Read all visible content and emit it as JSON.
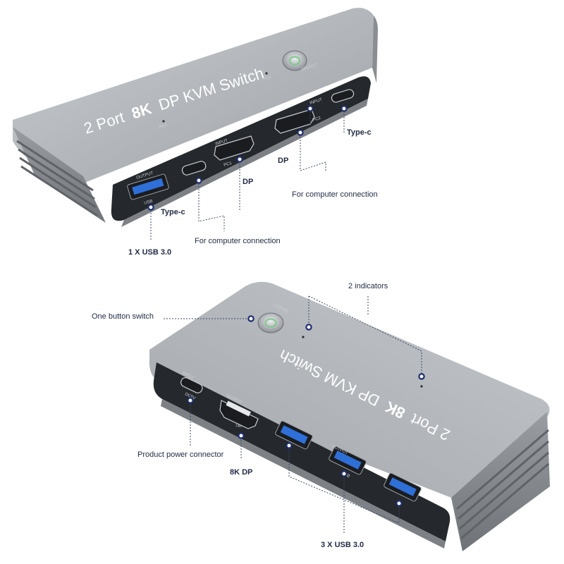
{
  "device": {
    "title_prefix": "2 Port",
    "title_emph": "8K",
    "title_suffix": "DP KVM Switch",
    "select_label": "SELECT",
    "pc1_label": "PC1",
    "pc2_label": "PC2",
    "port_tags": {
      "output": "OUTPUT",
      "usb": "USB",
      "input": "INPUT",
      "pc1": "PC1",
      "pc2": "PC2",
      "dp": "DP",
      "dc5v": "DC5V"
    }
  },
  "callouts_top": {
    "type_c_right": "Type-c",
    "dp_right": "DP",
    "for_computer_right": "For computer connection",
    "dp_left": "DP",
    "type_c_left": "Type-c",
    "for_computer_left": "For computer connection",
    "usb_one": "1 X USB 3.0"
  },
  "callouts_bottom": {
    "indicators": "2 indicators",
    "one_button": "One button switch",
    "power_connector": "Product power connector",
    "dp_8k": "8K DP",
    "usb_three": "3 X USB 3.0"
  },
  "colors": {
    "body_top": "#b6babf",
    "body_side": "#8e9297",
    "panel": "#2a2d31",
    "accent_dot": "#1e2f6e",
    "usb_blue": "#2f6fd8",
    "button_green": "#7ec98a"
  }
}
